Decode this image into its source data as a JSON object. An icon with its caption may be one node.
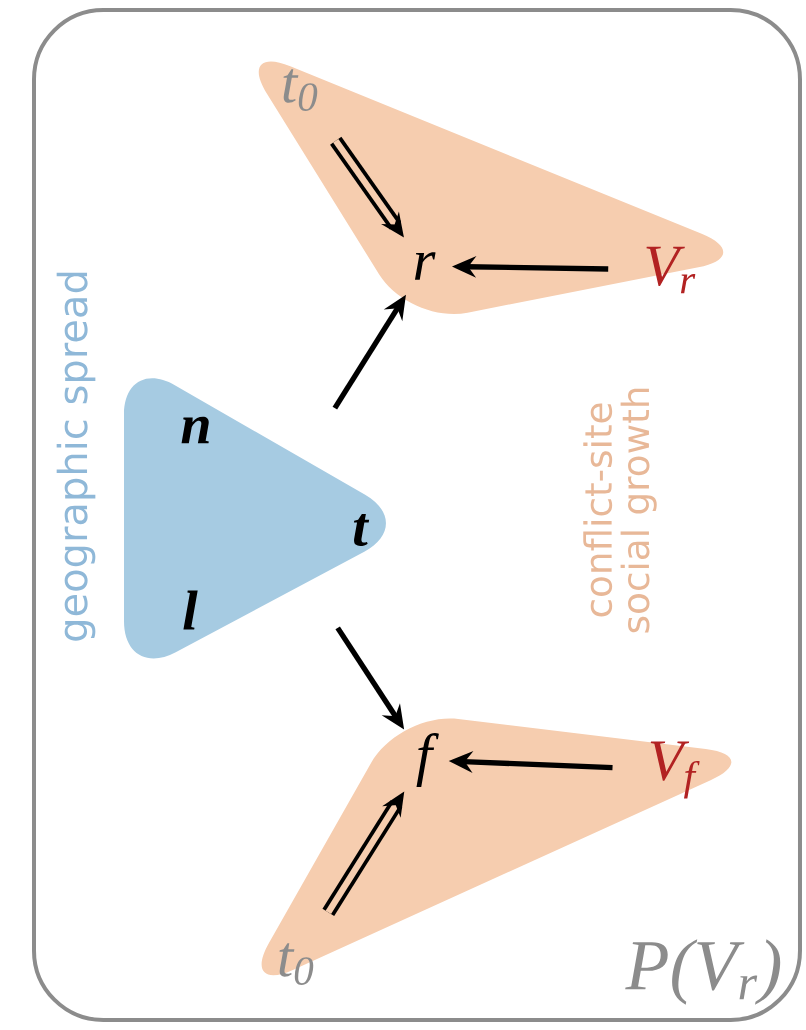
{
  "diagram": {
    "nodes": [
      {
        "text": [],
        "shape": "box"
      },
      {
        "text": [
          "n",
          "t",
          "l"
        ],
        "beside": [
          "geographic spread"
        ],
        "in": 0
      },
      {
        "text": [],
        "shape": "triangle",
        "in": 0
      },
      {
        "text": [
          "t$_{0}$"
        ],
        "in": 2
      },
      {
        "text": [
          "r"
        ],
        "in": 2
      },
      {
        "text": [
          "V$_{r}$"
        ],
        "in": 2
      },
      {
        "text": [],
        "shape": "triangle",
        "in": 0
      },
      {
        "text": [
          "f"
        ],
        "in": 6
      },
      {
        "text": [
          "V$_{f}$"
        ],
        "in": 6
      },
      {
        "text": [
          "t$_{0}$"
        ],
        "in": 6
      }
    ],
    "edges": [
      {
        "from": 3,
        "to": 4,
        "arrow": "to",
        "style": "thick"
      },
      {
        "from": 5,
        "to": 4,
        "arrow": "to"
      },
      {
        "from": 1,
        "to": 4,
        "arrow": "to"
      },
      {
        "from": 1,
        "to": 7,
        "arrow": "to"
      },
      {
        "from": 8,
        "to": 7,
        "arrow": "to"
      },
      {
        "from": 9,
        "to": 7,
        "arrow": "to",
        "style": "thick"
      }
    ],
    "labels": [
      "conflict-site social growth",
      "P(V$_{r}$)"
    ]
  }
}
